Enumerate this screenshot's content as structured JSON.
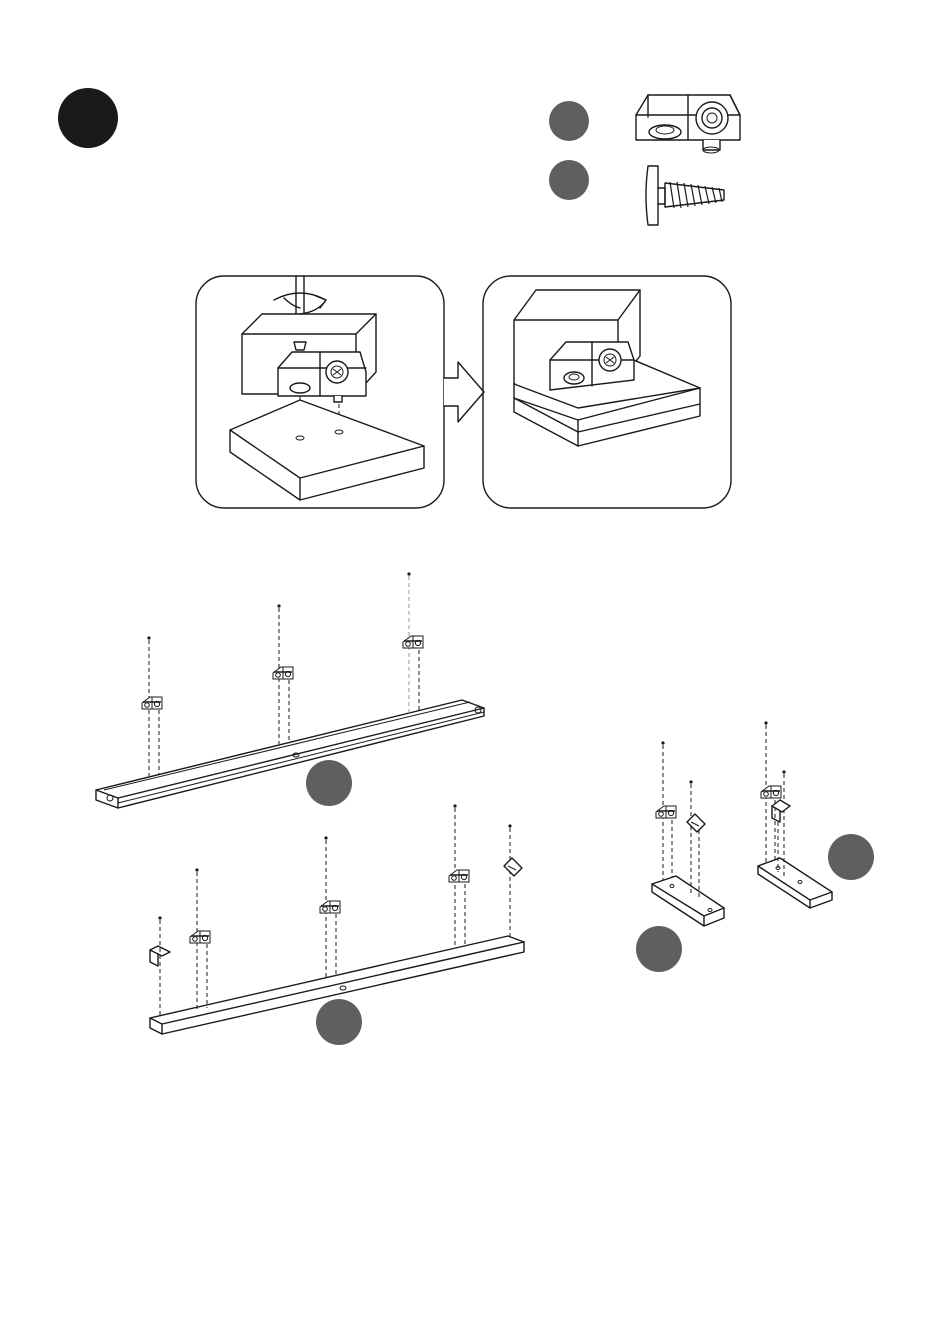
{
  "step": {
    "number": "",
    "color": "#1a1a1a"
  },
  "badge_color": "#5f5f5f",
  "parts": [
    {
      "id": "part-a",
      "label": "",
      "icon": "cam-lock-fitting-icon"
    },
    {
      "id": "part-b",
      "label": "",
      "icon": "screw-icon"
    }
  ],
  "panels": [
    {
      "id": "detail-before",
      "icon": "screwdriver-icon"
    },
    {
      "id": "detail-after",
      "icon": "fitted-bracket-icon"
    }
  ],
  "boards": [
    {
      "id": "board-top-long",
      "label": ""
    },
    {
      "id": "board-bottom-long",
      "label": ""
    },
    {
      "id": "board-short-left",
      "label": ""
    },
    {
      "id": "board-short-right",
      "label": ""
    }
  ]
}
